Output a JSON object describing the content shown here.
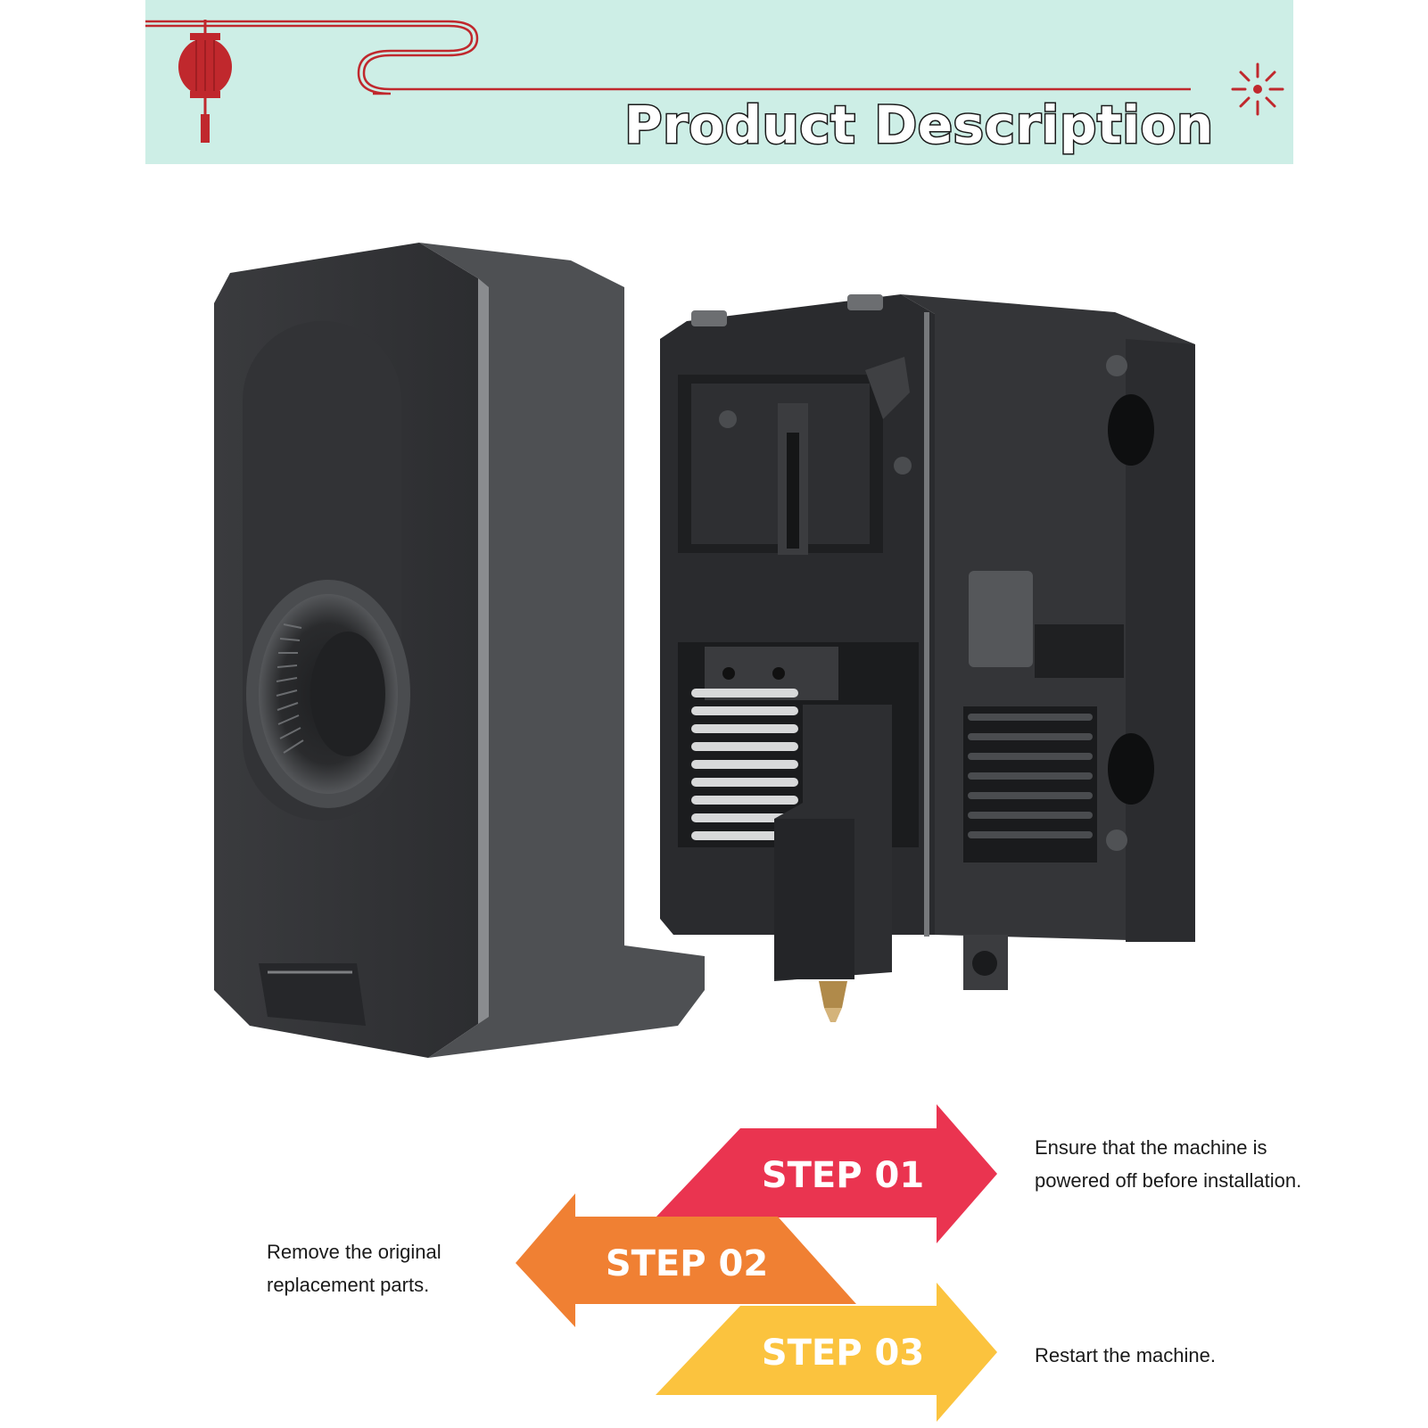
{
  "header": {
    "title": "Product Description"
  },
  "product_image": {
    "alt": "3D printer extruder hotend kit with fan cover"
  },
  "steps": [
    {
      "label": "STEP 01",
      "color": "#ea3450",
      "text_lines": [
        "Ensure that the machine is",
        "powered off before installation."
      ]
    },
    {
      "label": "STEP 02",
      "color": "#f08033",
      "text_lines": [
        "Remove the original",
        "replacement parts."
      ]
    },
    {
      "label": "STEP 03",
      "color": "#fbc33e",
      "text_lines": [
        "Restart the machine."
      ]
    }
  ],
  "colors": {
    "banner_bg": "#cdeee6",
    "accent_red": "#c0282d"
  },
  "icons": [
    "lantern-icon",
    "cloud-swirl-icon",
    "firework-icon"
  ]
}
